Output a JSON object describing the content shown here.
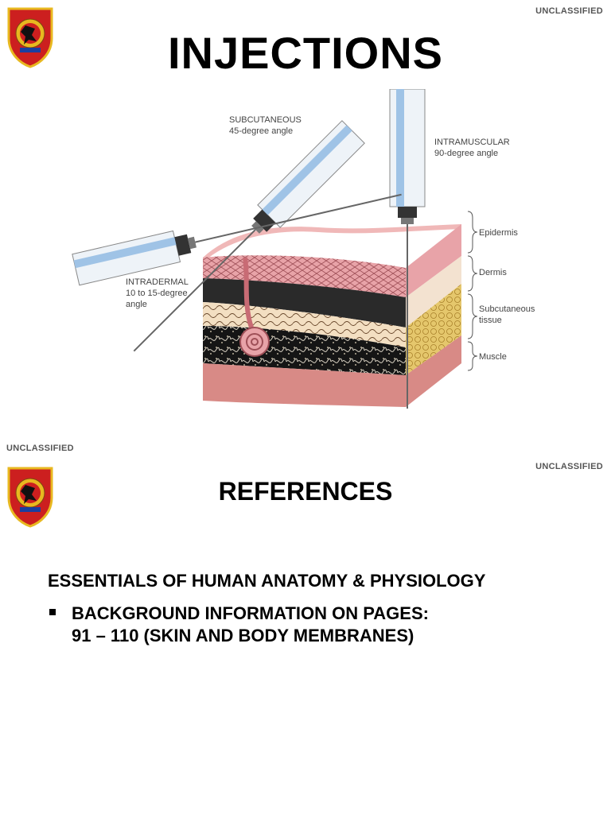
{
  "slide1": {
    "marking_top": "UNCLASSIFIED",
    "title": "INJECTIONS",
    "marking_bottom": "UNCLASSIFIED",
    "diagram": {
      "subcutaneous": {
        "name": "SUBCUTANEOUS",
        "angle": "45-degree angle"
      },
      "intramuscular": {
        "name": "INTRAMUSCULAR",
        "angle": "90-degree angle"
      },
      "intradermal": {
        "name": "INTRADERMAL",
        "angle_line1": "10 to 15-degree",
        "angle_line2": "angle"
      },
      "layers": {
        "epidermis": "Epidermis",
        "dermis": "Dermis",
        "subcutaneous_line1": "Subcutaneous",
        "subcutaneous_line2": "tissue",
        "muscle": "Muscle"
      }
    }
  },
  "slide2": {
    "marking_top": "UNCLASSIFIED",
    "title": "REFERENCES",
    "heading": "ESSENTIALS OF HUMAN ANATOMY & PHYSIOLOGY",
    "bullet_line1": "BACKGROUND INFORMATION ON PAGES:",
    "bullet_line2": "91 – 110 (SKIN AND BODY MEMBRANES)"
  },
  "colors": {
    "crest_red": "#cc1f1f",
    "crest_gold": "#e8b820",
    "epidermis": "#e8a3a8",
    "subcutaneous": "#f3dfc2",
    "muscle": "#1a1a1a",
    "syringe_blue": "#9fc3e6"
  },
  "icons": [
    "unit-crest-icon",
    "bullet-square-icon"
  ]
}
